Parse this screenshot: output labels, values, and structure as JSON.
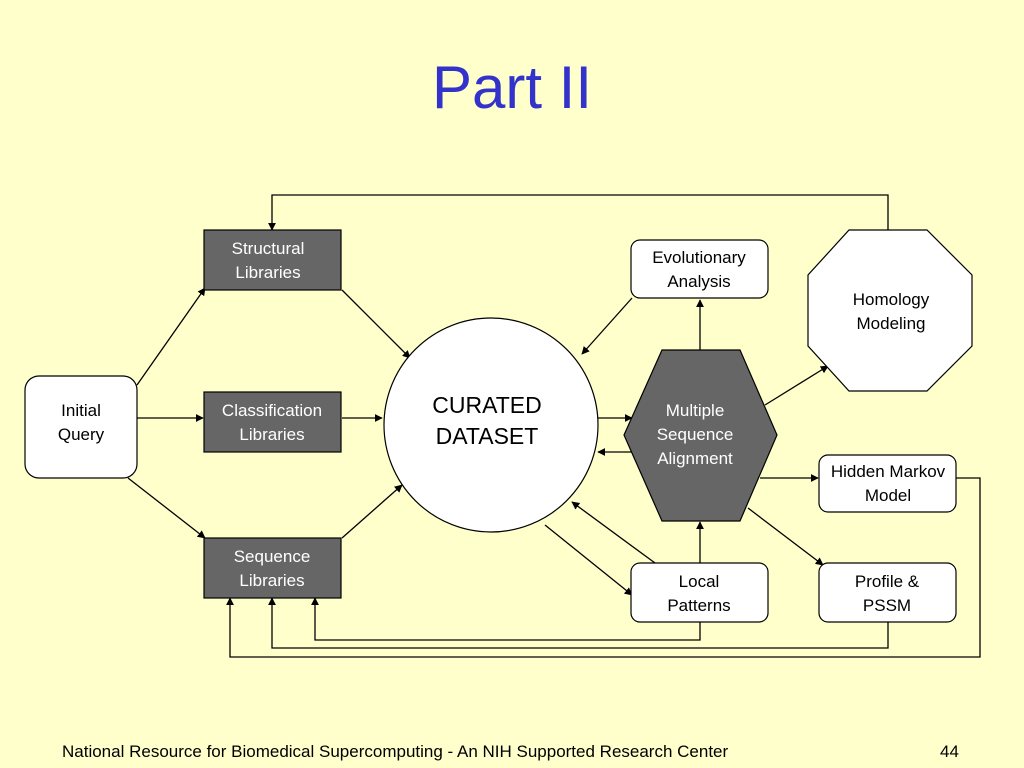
{
  "slide": {
    "title": "Part II",
    "footer": "National Resource for Biomedical Supercomputing - An NIH Supported Research Center",
    "page_number": "44"
  },
  "nodes": {
    "initial_query": [
      "Initial",
      "Query"
    ],
    "structural_libraries": [
      "Structural",
      "Libraries"
    ],
    "classification_libraries": [
      "Classification",
      "Libraries"
    ],
    "sequence_libraries": [
      "Sequence",
      "Libraries"
    ],
    "curated_dataset": [
      "CURATED",
      "DATASET"
    ],
    "evolutionary_analysis": [
      "Evolutionary",
      "Analysis"
    ],
    "homology_modeling": [
      "Homology",
      "Modeling"
    ],
    "multiple_sequence_alignment": [
      "Multiple",
      "Sequence",
      "Alignment"
    ],
    "hidden_markov_model": [
      "Hidden Markov",
      "Model"
    ],
    "local_patterns": [
      "Local",
      "Patterns"
    ],
    "profile_pssm": [
      "Profile &",
      "PSSM"
    ]
  },
  "colors": {
    "background": "#ffffcc",
    "title": "#3333cc",
    "library_fill": "#666666",
    "library_text": "#ffffff",
    "node_fill": "#ffffff",
    "line": "#000000"
  }
}
